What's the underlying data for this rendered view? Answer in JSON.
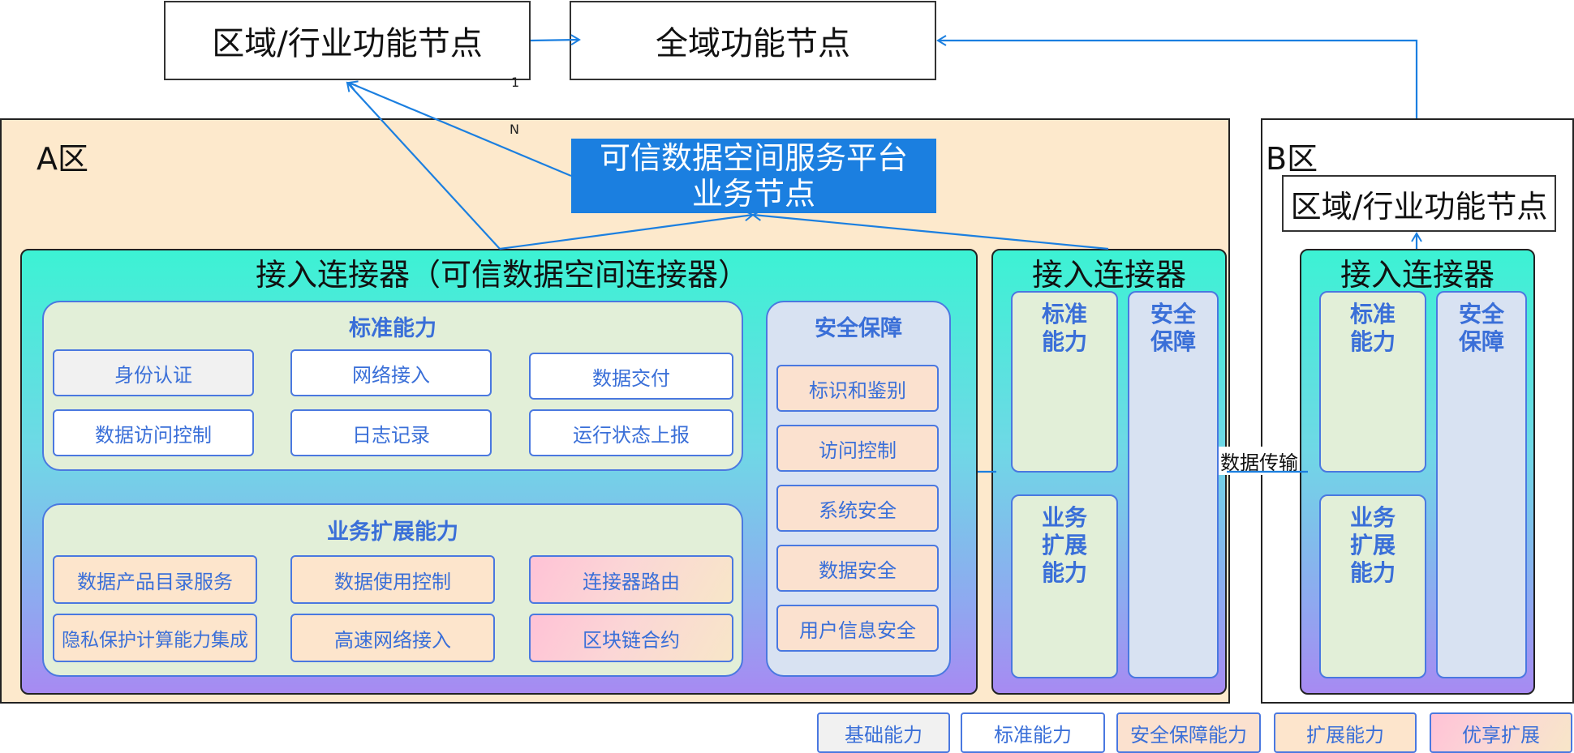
{
  "top_nodes": {
    "regional": "区域/行业功能节点",
    "global": "全域功能节点"
  },
  "cardinality": {
    "one": "1",
    "many": "N"
  },
  "zone_a": {
    "title": "A区",
    "platform": {
      "line1": "可信数据空间服务平台",
      "line2": "业务节点"
    },
    "main_connector": {
      "title": "接入连接器（可信数据空间连接器）",
      "standard": {
        "title": "标准能力",
        "items": [
          "身份认证",
          "网络接入",
          "数据交付",
          "数据访问控制",
          "日志记录",
          "运行状态上报"
        ]
      },
      "extension": {
        "title": "业务扩展能力",
        "items": [
          "数据产品目录服务",
          "数据使用控制",
          "连接器路由",
          "隐私保护计算能力集成",
          "高速网络接入",
          "区块链合约"
        ]
      },
      "security": {
        "title": "安全保障",
        "items": [
          "标识和鉴别",
          "访问控制",
          "系统安全",
          "数据安全",
          "用户信息安全"
        ]
      }
    },
    "small_connector": {
      "title": "接入连接器",
      "standard": "标准\n能力",
      "security": "安全\n保障",
      "extension": "业务\n扩展\n能力"
    }
  },
  "transfer_label": "数据传输",
  "zone_b": {
    "title": "B区",
    "regional": "区域/行业功能节点",
    "connector": {
      "title": "接入连接器",
      "standard": "标准\n能力",
      "security": "安全\n保障",
      "extension": "业务\n扩展\n能力"
    }
  },
  "legend": [
    "基础能力",
    "标准能力",
    "安全保障能力",
    "扩展能力",
    "优享扩展"
  ],
  "colors": {
    "line": "#1b7fe0",
    "zone_a_bg": "#fde9cc",
    "platform": "#1b7fe0",
    "capability_text": "#3a6fd8"
  }
}
